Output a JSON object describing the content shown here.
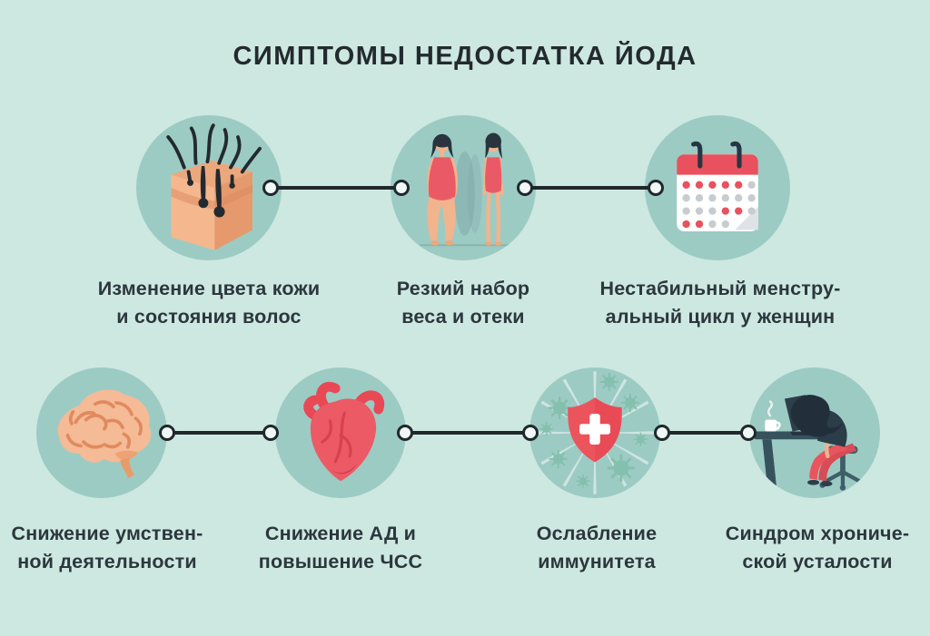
{
  "title": "СИМПТОМЫ НЕДОСТАТКА ЙОДА",
  "symptoms": [
    {
      "id": "skin-hair",
      "icon": "skin-hair-icon",
      "caption_line1": "Изменение цвета кожи",
      "caption_line2": "и состояния волос"
    },
    {
      "id": "weight-gain",
      "icon": "weight-gain-icon",
      "caption_line1": "Резкий набор",
      "caption_line2": "веса и отеки"
    },
    {
      "id": "menstrual-cycle",
      "icon": "calendar-icon",
      "caption_line1": "Нестабильный менстру-",
      "caption_line2": "альный цикл у женщин"
    },
    {
      "id": "mental-activity",
      "icon": "brain-icon",
      "caption_line1": "Снижение умствен-",
      "caption_line2": "ной деятельности"
    },
    {
      "id": "blood-pressure",
      "icon": "heart-icon",
      "caption_line1": "Снижение АД и",
      "caption_line2": "повышение ЧСС"
    },
    {
      "id": "immunity",
      "icon": "immune-shield-icon",
      "caption_line1": "Ослабление",
      "caption_line2": "иммунитета"
    },
    {
      "id": "chronic-fatigue",
      "icon": "tired-person-icon",
      "caption_line1": "Синдром хрониче-",
      "caption_line2": "ской усталости"
    }
  ],
  "calendar_dot_pattern": [
    "RRRRRG",
    "GGGGGG",
    "GGGRRG",
    "RRGG--"
  ],
  "colors": {
    "background": "#cde8e1",
    "circle": "#9ccbc4",
    "ink": "#232a2e",
    "caption": "#2c373d",
    "connector": "#20282c",
    "accent_red": "#e8515d",
    "skin_tone": "#f3b68e",
    "virus_green": "#84c0ad",
    "desk_slate": "#36525d"
  }
}
